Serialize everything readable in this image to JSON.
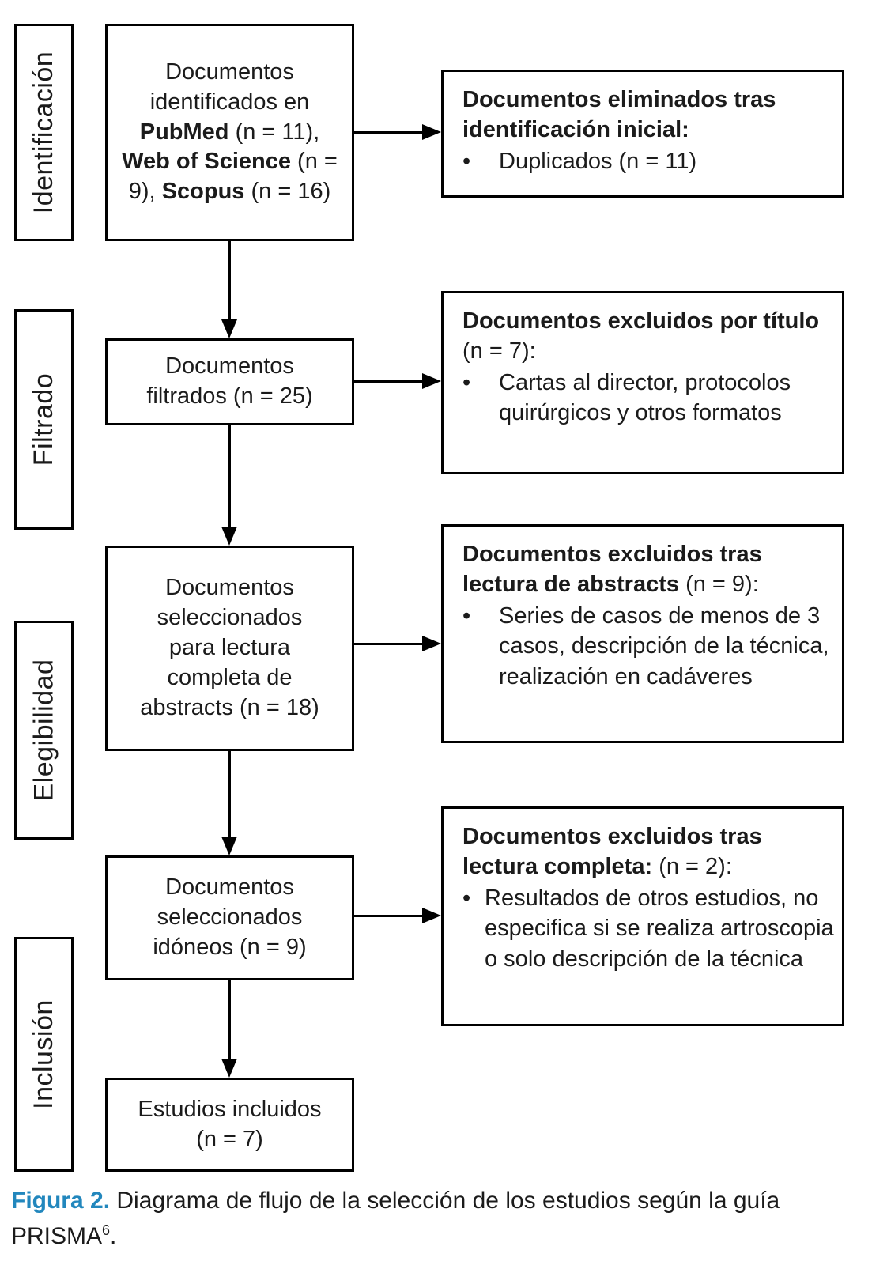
{
  "colors": {
    "accent_blue": "#2287bd",
    "text": "#1b1b1b",
    "line": "#000000",
    "background": "#ffffff"
  },
  "stages": [
    {
      "label": "Identificación"
    },
    {
      "label": "Filtrado"
    },
    {
      "label": "Elegibilidad"
    },
    {
      "label": "Inclusión"
    }
  ],
  "flow_boxes": [
    {
      "id": "identified",
      "parts": [
        {
          "t": "Documentos identificados en ",
          "b": 0
        },
        {
          "t": "PubMed",
          "b": 1
        },
        {
          "t": " (n = 11), ",
          "b": 0
        },
        {
          "t": "Web of Science",
          "b": 1
        },
        {
          "t": " (n = 9), ",
          "b": 0
        },
        {
          "t": "Scopus",
          "b": 1
        },
        {
          "t": " (n = 16)",
          "b": 0
        }
      ]
    },
    {
      "id": "filtered",
      "text": "Documentos filtrados (n = 25)"
    },
    {
      "id": "abstract-reading",
      "text": "Documentos seleccionados para lectura completa de abstracts (n = 18)"
    },
    {
      "id": "eligible",
      "text": "Documentos seleccionados idóneos (n = 9)"
    },
    {
      "id": "included",
      "text": "Estudios incluidos (n = 7)"
    }
  ],
  "exclusion_boxes": [
    {
      "heading_parts": [
        {
          "t": "Documentos eliminados tras identificación inicial:",
          "b": 1
        }
      ],
      "bullet_glyph": "•",
      "bullet": "Duplicados (n = 11)"
    },
    {
      "heading_parts": [
        {
          "t": "Documentos excluidos por título",
          "b": 1
        },
        {
          "t": " (n = 7):",
          "b": 0
        }
      ],
      "bullet_glyph": "•",
      "bullet": "Cartas al director, protocolos quirúrgicos y otros formatos"
    },
    {
      "heading_parts": [
        {
          "t": "Documentos excluidos tras lectura de abstracts",
          "b": 1
        },
        {
          "t": " (n = 9):",
          "b": 0
        }
      ],
      "bullet_glyph": "•",
      "bullet": "Series de casos de menos de 3 casos, descripción de la técnica, realización en cadáveres"
    },
    {
      "heading_parts": [
        {
          "t": "Documentos excluidos tras lectura completa:",
          "b": 1
        },
        {
          "t": " (n = 2):",
          "b": 0
        }
      ],
      "bullet_glyph": "•",
      "bullet": "Resultados de otros estudios, no especifica si se realiza artroscopia o solo descripción de la técnica"
    }
  ],
  "caption": {
    "label": "Figura 2.",
    "body": " Diagrama de flujo de la selección de los estudios según la guía PRISMA",
    "superscript": "6",
    "suffix": "."
  }
}
